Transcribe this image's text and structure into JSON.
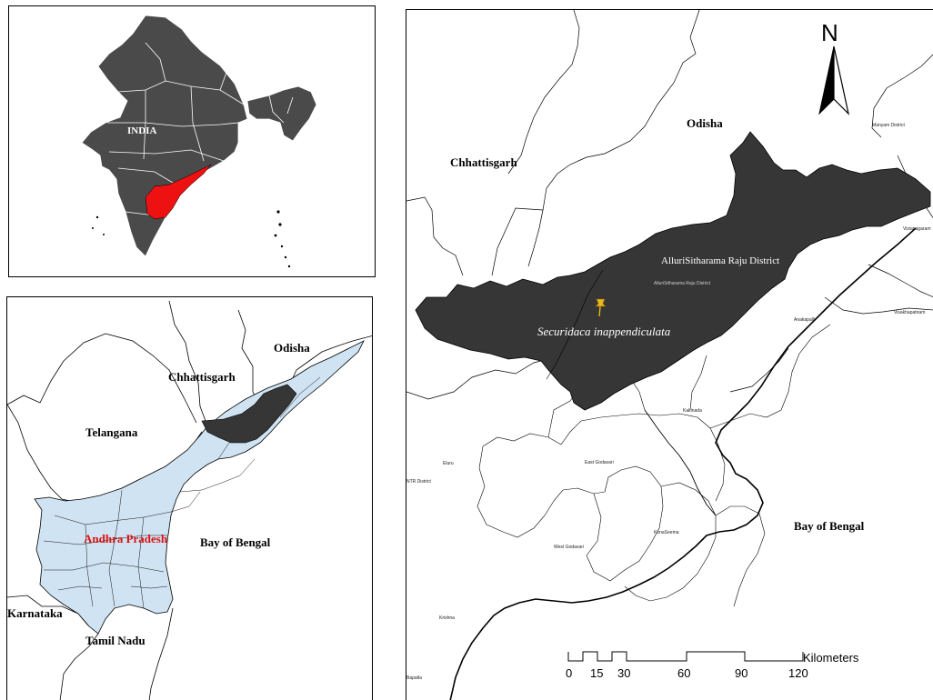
{
  "colors": {
    "india_fill": "#4a4a4a",
    "andhra_highlight": "#ee1111",
    "andhra_fill": "#cfe3f2",
    "district_fill": "#363636",
    "boundary_line": "#000000",
    "label_red": "#dd1111",
    "marker": "#e8b820"
  },
  "inset_india": {
    "country_label": "INDIA"
  },
  "inset_state": {
    "labels": {
      "odisha": "Odisha",
      "chhattisgarh": "Chhattisgarh",
      "telangana": "Telangana",
      "andhra_pradesh": "Andhra Pradesh",
      "bay_of_bengal": "Bay of Bengal",
      "karnataka": "Karnataka",
      "tamil_nadu": "Tamil Nadu"
    }
  },
  "detail_map": {
    "labels": {
      "odisha": "Odisha",
      "chhattisgarh": "Chhattisgarh",
      "district": "AlluriSitharama Raju District",
      "species": "Securidaca inappendiculata",
      "bay_of_bengal": "Bay of Bengal"
    },
    "small_labels": {
      "manyam": "Manyam District",
      "vizianagaram": "Vizianagaram",
      "visakhapatnam": "Visakhapatnam",
      "anakapalli": "Anakapalli",
      "district_small": "AlluriSitharama Raju District",
      "kakinada": "Kakinada",
      "east_godavari": "East Godavari",
      "eluru": "Eluru",
      "ntr": "NTR District",
      "konaseema": "KonaSeema",
      "west_godavari": "West Godavari",
      "krishna": "Krishna",
      "bapatla": "Bapatla"
    },
    "north_arrow": "N",
    "scale_bar": {
      "unit": "Kilometers",
      "ticks": [
        "0",
        "15",
        "30",
        "60",
        "90",
        "120"
      ]
    }
  }
}
